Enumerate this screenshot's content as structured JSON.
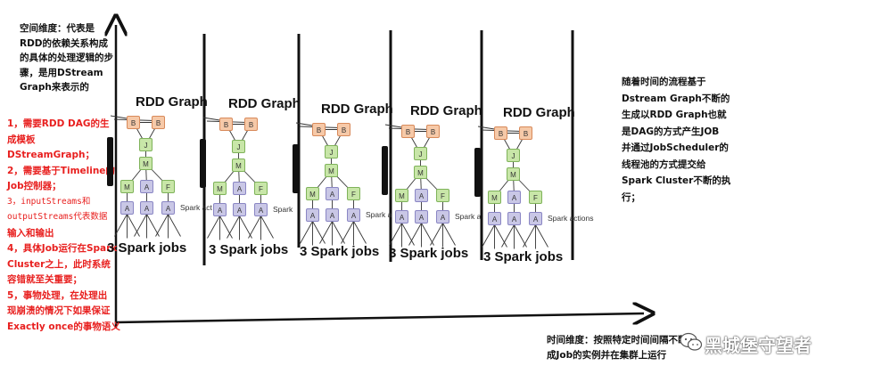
{
  "left_annotation": {
    "spatial_lines": [
      "空间维度：代表是",
      "RDD的依赖关系构成",
      "的具体的处理逻辑的步",
      "骤，是用DStream",
      "Graph来表示的"
    ],
    "red_lines": [
      {
        "text": "1，需要RDD DAG的生",
        "mono": false
      },
      {
        "text": "成模板",
        "mono": false
      },
      {
        "text": "DStreamGraph；",
        "mono": false
      },
      {
        "text": "2，需要基于Timeline的",
        "mono": false
      },
      {
        "text": "Job控制器；",
        "mono": false
      },
      {
        "text": "3，inputStreams和",
        "mono": true
      },
      {
        "text": "outputStreams代表数据",
        "mono": true
      },
      {
        "text": "输入和输出",
        "mono": false
      },
      {
        "text": "4，具体Job运行在Spark",
        "mono": false
      },
      {
        "text": "Cluster之上，此时系统",
        "mono": false
      },
      {
        "text": "容错就至关重要；",
        "mono": false
      },
      {
        "text": "5，事物处理，在处理出",
        "mono": false
      },
      {
        "text": "现崩溃的情况下如果保证",
        "mono": false
      },
      {
        "text": "Exactly once的事物语义",
        "mono": false
      }
    ]
  },
  "right_annotation": {
    "lines": [
      "随着时间的流程基于",
      "Dstream Graph不断的",
      "生成以RDD Graph也就",
      "是DAG的方式产生JOB",
      "并通过JobScheduler的",
      "线程池的方式提交给",
      "Spark Cluster不断的执",
      "行；"
    ]
  },
  "bottom_annotation": {
    "lines": [
      "时间维度：按照特定时间间隔不断的",
      "成Job的实例并在集群上运行"
    ]
  },
  "graphs": [
    {
      "title": "RDD Graph",
      "jobs": "3 Spark jobs",
      "actions": "Spark act"
    },
    {
      "title": "RDD Graph",
      "jobs": "3 Spark jobs",
      "actions": "Spark"
    },
    {
      "title": "RDD Graph",
      "jobs": "3 Spark jobs",
      "actions": "Spark a"
    },
    {
      "title": "RDD Graph",
      "jobs": "3 Spark jobs",
      "actions": "Spark a"
    },
    {
      "title": "RDD Graph",
      "jobs": "3 Spark jobs",
      "actions": "Spark actions"
    }
  ],
  "node_labels": {
    "b": "B",
    "j": "J",
    "m": "M",
    "f": "F",
    "a": "A"
  },
  "watermark": "黑城堡守望者",
  "colors": {
    "red_text": "#e8201f",
    "node_orange": "#f6c9a8",
    "node_green": "#c8e6a8",
    "node_purple": "#c9c7e6"
  }
}
